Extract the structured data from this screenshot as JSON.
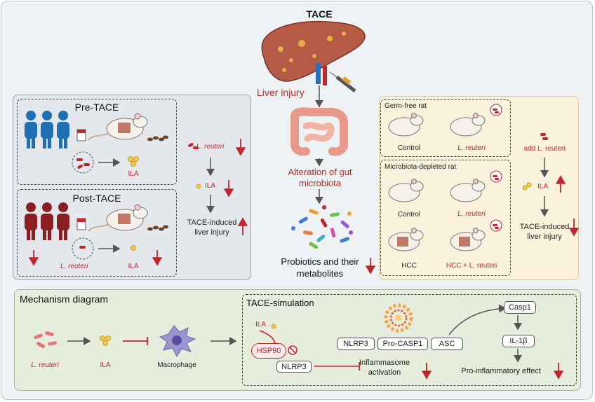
{
  "title": "TACE",
  "center": {
    "liver_injury": "Liver injury",
    "alteration_line1": "Alteration of gut",
    "alteration_line2": "microbiota",
    "probiotics_line1": "Probiotics and their",
    "probiotics_line2": "metabolites"
  },
  "left": {
    "pre_label": "Pre-TACE",
    "post_label": "Post-TACE",
    "ila_pre": "ILA",
    "ila_post": "ILA",
    "reuteri_post": "L. reuteri",
    "summary_reuteri": "L. reuteri",
    "summary_ila": "ILA",
    "summary_injury_line1": "TACE-induced",
    "summary_injury_line2": "liver injury"
  },
  "right": {
    "germfree_label": "Germ-free rat",
    "germfree_control": "Control",
    "germfree_reuteri": "L. reuteri",
    "depleted_label": "Microbiota-depleted rat",
    "depleted_control": "Control",
    "depleted_reuteri": "L. reuteri",
    "depleted_hcc": "HCC",
    "depleted_hcc_reuteri": "HCC + L. reuteri",
    "add_reuteri": "add L. reuteri",
    "ila": "ILA",
    "injury_line1": "TACE-induced",
    "injury_line2": "liver injury"
  },
  "mechanism": {
    "title": "Mechanism diagram",
    "reuteri": "L. reuteri",
    "ila": "ILA",
    "macrophage": "Macrophage",
    "sim_title": "TACE-simulation",
    "sim_ila": "ILA",
    "hsp90": "HSP90",
    "nlrp3_lower": "NLRP3",
    "nlrp3": "NLRP3",
    "procasp1": "Pro-CASP1",
    "asc": "ASC",
    "inflammasome_line1": "Inflammasome",
    "inflammasome_line2": "activation",
    "casp1": "Casp1",
    "il1b": "IL-1β",
    "proinflam": "Pro-inflammatory effect"
  },
  "colors": {
    "accent_red": "#c0272d",
    "human_blue": "#1f6fb5",
    "human_darkred": "#8b1e22",
    "left_panel": "#e4e8ec",
    "right_panel": "#fbf2dc",
    "bottom_panel": "#e7eddc"
  }
}
